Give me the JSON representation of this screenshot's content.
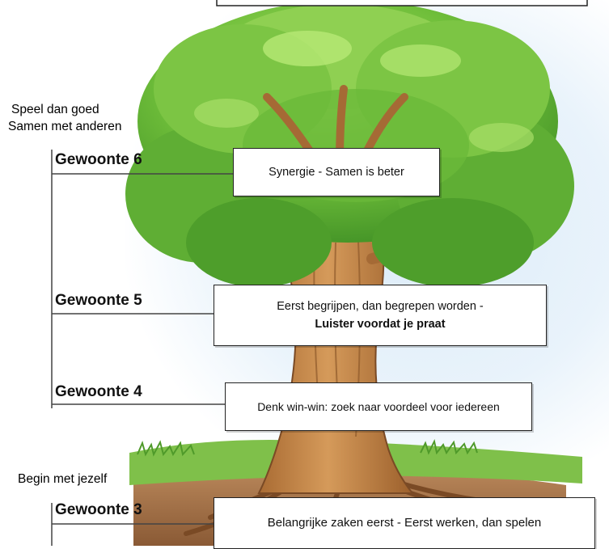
{
  "groups": {
    "top": {
      "line1": "Speel dan goed",
      "line2": "Samen met anderen"
    },
    "bottom": {
      "line1": "Begin met jezelf"
    }
  },
  "habits": [
    {
      "label": "Gewoonte 6",
      "text_line1": "Synergie - Samen is beter",
      "text_line2": ""
    },
    {
      "label": "Gewoonte 5",
      "text_line1": "Eerst begrijpen, dan begrepen worden -",
      "text_line2": "Luister voordat je praat"
    },
    {
      "label": "Gewoonte 4",
      "text_line1": "Denk win-win: zoek naar voordeel voor iedereen",
      "text_line2": ""
    },
    {
      "label": "Gewoonte 3",
      "text_line1": "Belangrijke zaken eerst - Eerst werken, dan spelen",
      "text_line2": ""
    }
  ],
  "colors": {
    "foliage": "#6fbe3a",
    "foliage_dark": "#3f8f25",
    "trunk": "#c98a4b",
    "grass": "#7fc04a",
    "soil": "#9a6a43",
    "sky": "#dcecf8"
  }
}
